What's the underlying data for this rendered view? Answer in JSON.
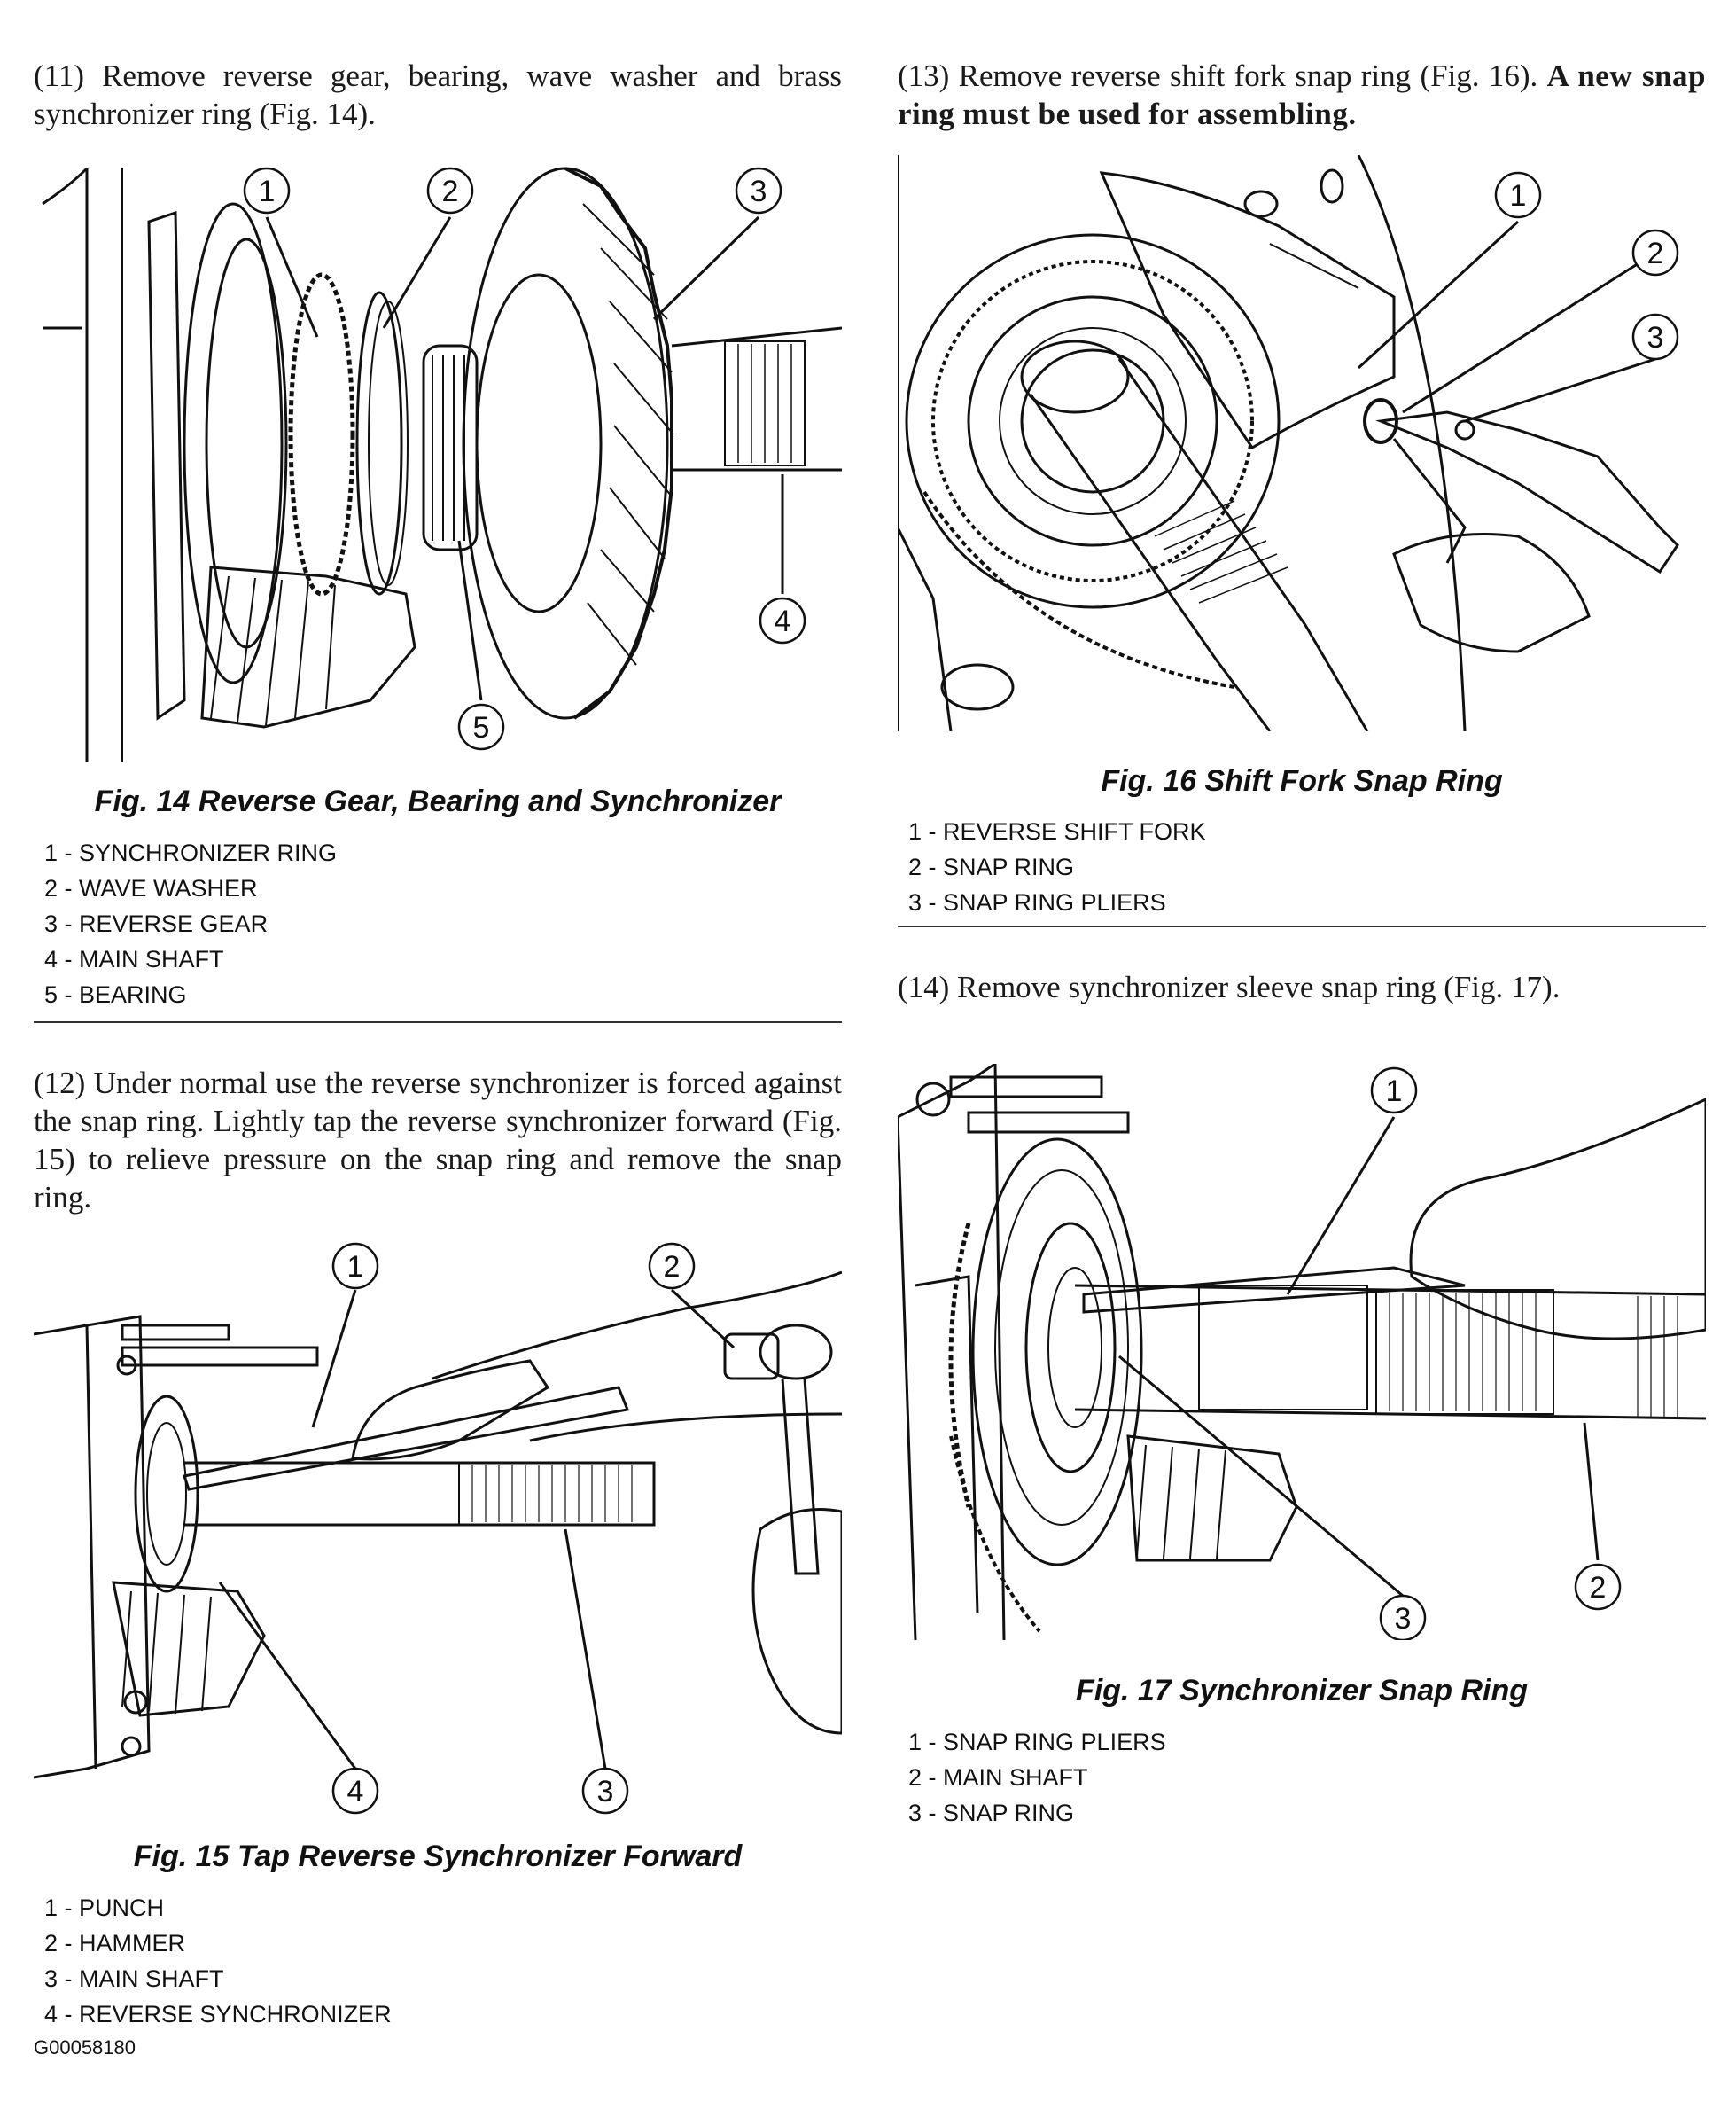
{
  "left": {
    "step11": "(11) Remove reverse gear, bearing, wave washer and brass synchronizer ring (Fig. 14).",
    "fig14": {
      "caption": "Fig. 14 Reverse Gear, Bearing and Synchronizer",
      "callouts": [
        "1",
        "2",
        "3",
        "4",
        "5"
      ],
      "legend": [
        "1 - SYNCHRONIZER RING",
        "2 - WAVE WASHER",
        "3 - REVERSE GEAR",
        "4 - MAIN SHAFT",
        "5 - BEARING"
      ]
    },
    "step12": "(12) Under normal use the reverse synchronizer is forced against the snap ring. Lightly tap the reverse synchronizer forward (Fig. 15) to relieve pressure on the snap ring and remove the snap ring.",
    "fig15": {
      "caption": "Fig. 15 Tap Reverse Synchronizer Forward",
      "callouts": [
        "1",
        "2",
        "3",
        "4"
      ],
      "legend": [
        "1 - PUNCH",
        "2 - HAMMER",
        "3 - MAIN SHAFT",
        "4 - REVERSE SYNCHRONIZER"
      ]
    },
    "doc_id": "G00058180"
  },
  "right": {
    "step13": "(13) Remove reverse shift fork snap ring (Fig. 16).",
    "step13_warning": "A new snap ring must be used for assembling.",
    "fig16": {
      "caption": "Fig. 16 Shift Fork Snap Ring",
      "callouts": [
        "1",
        "2",
        "3"
      ],
      "legend": [
        "1 - REVERSE SHIFT FORK",
        "2 - SNAP RING",
        "3 - SNAP RING PLIERS"
      ]
    },
    "step14": "(14) Remove synchronizer sleeve snap ring (Fig. 17).",
    "fig17": {
      "caption": "Fig. 17 Synchronizer Snap Ring",
      "callouts": [
        "1",
        "2",
        "3"
      ],
      "legend": [
        "1 - SNAP RING PLIERS",
        "2 - MAIN SHAFT",
        "3 - SNAP RING"
      ]
    }
  }
}
